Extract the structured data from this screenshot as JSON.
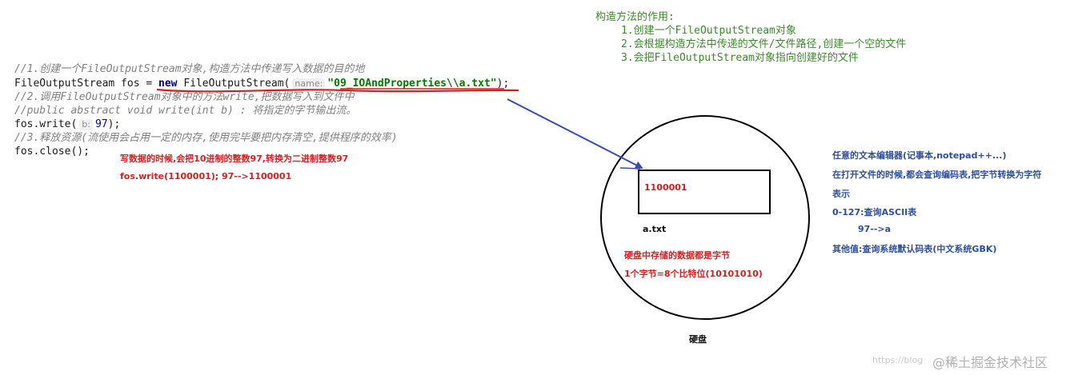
{
  "code": {
    "line1_comment": "//1.创建一个FileOutputStream对象,构造方法中传递写入数据的目的地",
    "line2_prefix": "FileOutputStream fos = ",
    "line2_new": "new",
    "line2_ctor": " FileOutputStream(",
    "line2_hint": "name:",
    "line2_string": "\"09_IOAndProperties\\\\a.txt\"",
    "line2_suffix": ");",
    "line3_comment": "//2.调用FileOutputStream对象中的方法write,把数据写入到文件中",
    "line4_comment": "//public abstract void write(int b) : 将指定的字节输出流。",
    "line5_prefix": "fos.write(",
    "line5_hint": "b:",
    "line5_value": "97",
    "line5_suffix": ");",
    "line6_comment": "//3.释放资源(流使用会占用一定的内存,使用完毕要把内存清空,提供程序的效率)",
    "line7": "fos.close();"
  },
  "red_notes": {
    "write_note_1": "写数据的时候,会把10进制的整数97,转换为二进制整数97",
    "write_note_2": "fos.write(1100001); 97-->1100001",
    "disk_note_1": "硬盘中存储的数据都是字节",
    "disk_note_2": "1个字节=8个比特位(10101010)",
    "file_content": "1100001"
  },
  "constructor_notes": {
    "title": "构造方法的作用:",
    "item1": "1.创建一个FileOutputStream对象",
    "item2": "2.会根据构造方法中传递的文件/文件路径,创建一个空的文件",
    "item3": "3.会把FileOutputStream对象指向创建好的文件"
  },
  "diagram": {
    "file_name": "a.txt",
    "disk_label": "硬盘"
  },
  "blue_notes": {
    "line1": "任意的文本编辑器(记事本,notepad++...)",
    "line2": "在打开文件的时候,都会查询编码表,把字节转换为字符",
    "line3": "表示",
    "line4": "0-127:查询ASCII表",
    "line5": "97-->a",
    "line6": "其他值:查询系统默认码表(中文系统GBK)"
  },
  "watermark": {
    "url": "https://blog",
    "brand": "@稀土掘金技术社区"
  },
  "colors": {
    "red": "#d42020",
    "blue": "#2d4ea0",
    "arrow": "#3a4db0",
    "green": "#3c8a28"
  }
}
